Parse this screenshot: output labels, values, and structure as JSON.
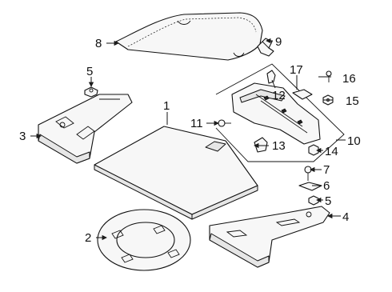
{
  "callouts": [
    {
      "id": "c1",
      "text": "1"
    },
    {
      "id": "c2",
      "text": "2"
    },
    {
      "id": "c3",
      "text": "3"
    },
    {
      "id": "c4",
      "text": "4"
    },
    {
      "id": "c5a",
      "text": "5"
    },
    {
      "id": "c5b",
      "text": "5"
    },
    {
      "id": "c6",
      "text": "6"
    },
    {
      "id": "c7",
      "text": "7"
    },
    {
      "id": "c8",
      "text": "8"
    },
    {
      "id": "c9",
      "text": "9"
    },
    {
      "id": "c10",
      "text": "10"
    },
    {
      "id": "c11",
      "text": "11"
    },
    {
      "id": "c12",
      "text": "12"
    },
    {
      "id": "c13",
      "text": "13"
    },
    {
      "id": "c14",
      "text": "14"
    },
    {
      "id": "c15",
      "text": "15"
    },
    {
      "id": "c16",
      "text": "16"
    },
    {
      "id": "c17",
      "text": "17"
    }
  ]
}
